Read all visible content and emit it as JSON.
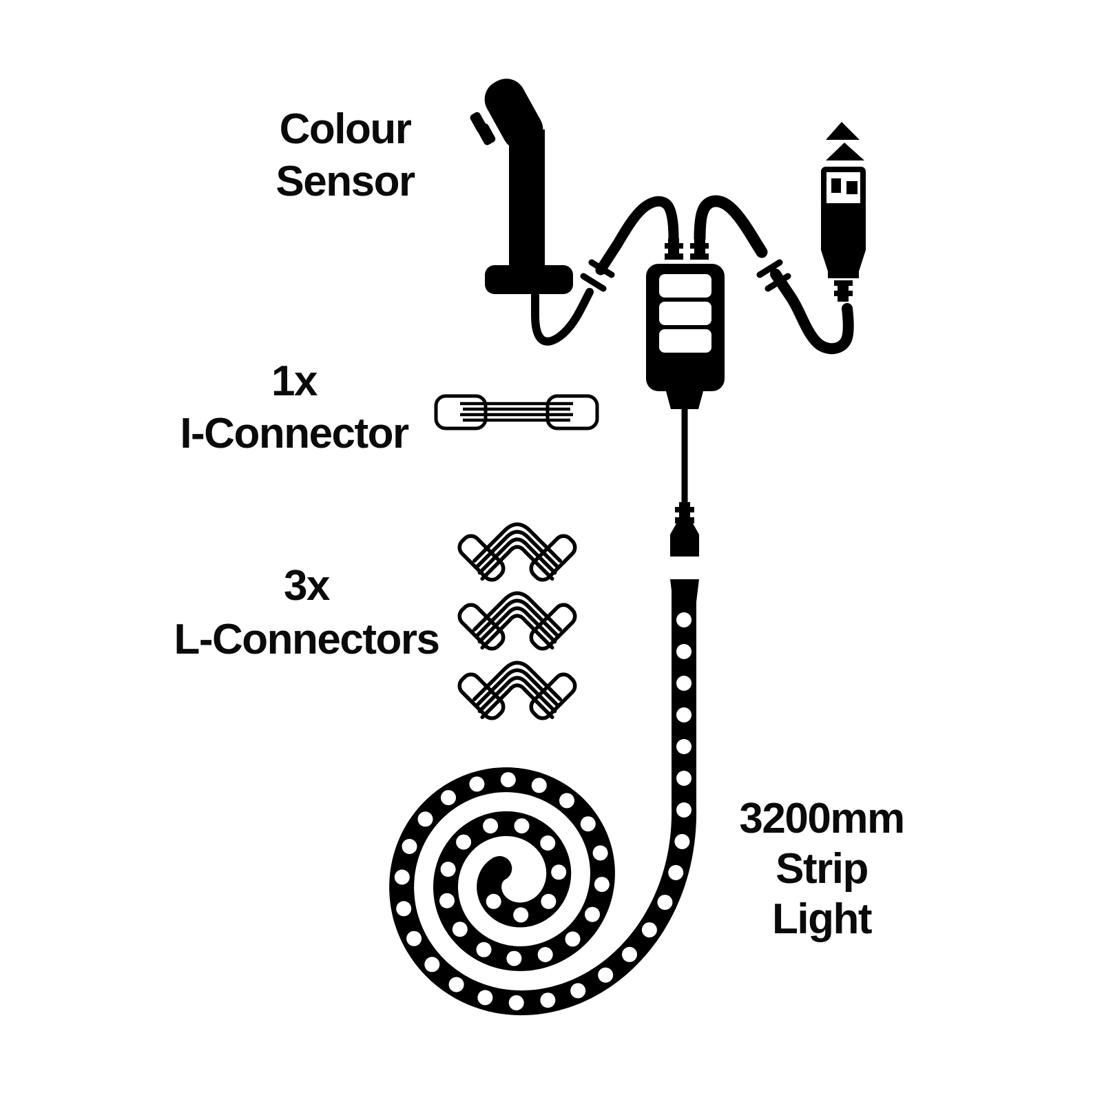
{
  "diagram": {
    "background": "#ffffff",
    "ink": "#000000",
    "labels": {
      "colour_sensor": "Colour\nSensor",
      "i_connector": "1x\nI-Connector",
      "l_connectors": "3x\nL-Connectors",
      "strip_light": "3200mm\nStrip\nLight"
    },
    "components": [
      {
        "name": "colour-sensor-icon",
        "label": "Colour Sensor"
      },
      {
        "name": "usb-plug-icon"
      },
      {
        "name": "controller-icon"
      },
      {
        "name": "i-connector-icon",
        "count_label": "1x"
      },
      {
        "name": "l-connector-icon",
        "count_label": "3x"
      },
      {
        "name": "strip-light-spiral-icon",
        "length_label": "3200mm"
      },
      {
        "name": "cable-break-icon"
      }
    ]
  }
}
